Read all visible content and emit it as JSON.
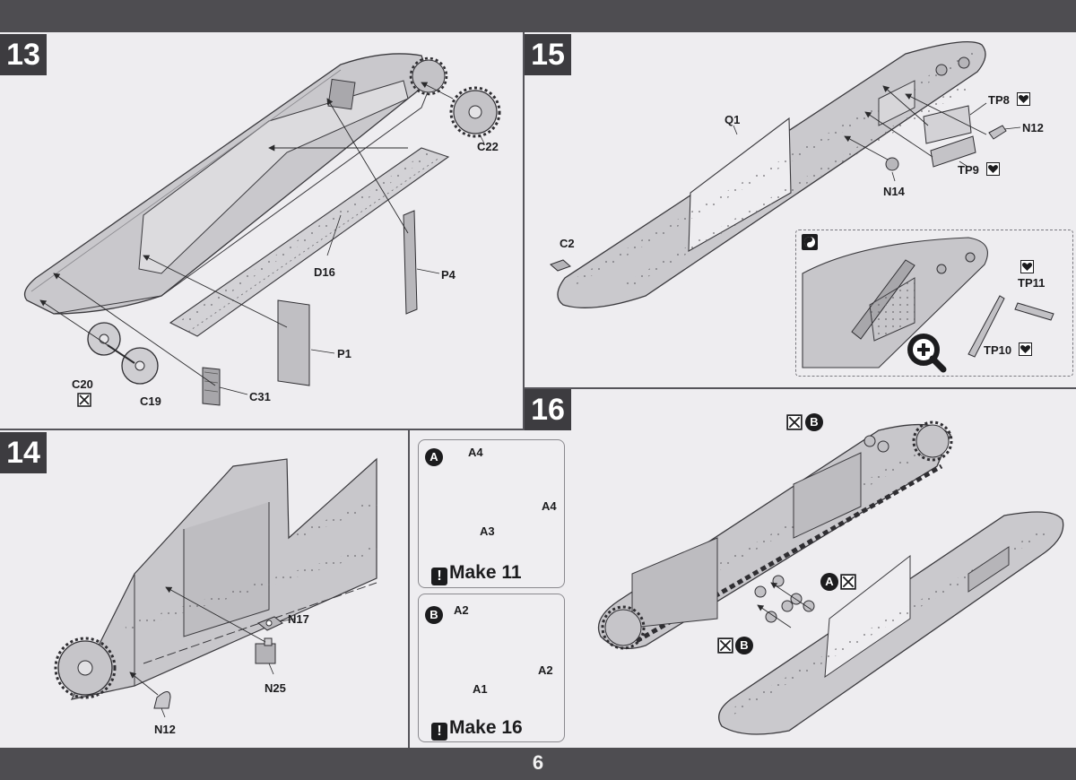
{
  "page": {
    "number": "6"
  },
  "steps": {
    "s13": {
      "number": "13",
      "labels": {
        "c22": "C22",
        "d16": "D16",
        "p4": "P4",
        "p1": "P1",
        "c20": "C20",
        "c19": "C19",
        "c31": "C31"
      }
    },
    "s14": {
      "number": "14",
      "labels": {
        "n17": "N17",
        "n25": "N25",
        "n12": "N12"
      }
    },
    "s15": {
      "number": "15",
      "labels": {
        "q1": "Q1",
        "tp8": "TP8",
        "n12": "N12",
        "tp9": "TP9",
        "n14": "N14",
        "c2": "C2",
        "tp11": "TP11",
        "tp10": "TP10"
      }
    },
    "s16": {
      "number": "16"
    }
  },
  "subassemblies": {
    "a": {
      "badge": "A",
      "labels": {
        "a4_left": "A4",
        "a4_right": "A4",
        "a3": "A3"
      },
      "make_text": "Make 11"
    },
    "b": {
      "badge": "B",
      "labels": {
        "a2_left": "A2",
        "a2_right": "A2",
        "a1": "A1"
      },
      "make_text": "Make 16"
    }
  },
  "step16_badges": {
    "top": "B",
    "middle": "A",
    "bottom": "B"
  },
  "colors": {
    "band": "#4e4d51",
    "step_box": "#3d3c40",
    "paper": "#eeedf0",
    "ink": "#1c1c1e"
  },
  "icons": [
    "zoom-icon",
    "alternative-parts-icon",
    "heart-part-icon",
    "do-not-glue-icon"
  ]
}
